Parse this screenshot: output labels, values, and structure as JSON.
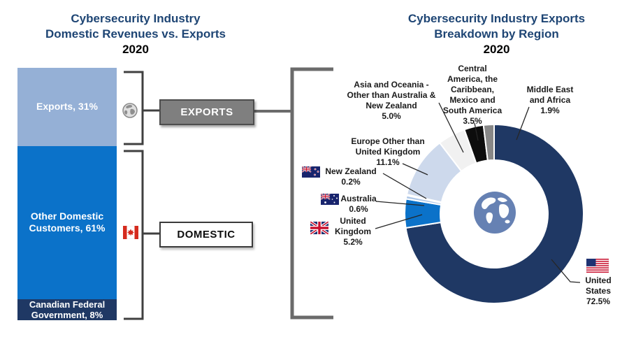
{
  "left_chart": {
    "title": "Cybersecurity Industry\nDomestic Revenues vs. Exports",
    "year": "2020",
    "exports_tag": "EXPORTS",
    "domestic_tag": "DOMESTIC"
  },
  "right_chart": {
    "title": "Cybersecurity Industry Exports\nBreakdown by Region",
    "year": "2020"
  },
  "icons": {
    "exports_globe": "globe-icon",
    "domestic_flag": "canada-flag-icon",
    "donut_center": "globe-icon"
  },
  "colors": {
    "title_blue": "#1E4574",
    "navy": "#1F3864",
    "blue": "#0B72C9",
    "light_blue": "#95B0D6",
    "tag_gray": "#7F7F7F"
  },
  "chart_data": [
    {
      "type": "bar",
      "subtype": "stacked-single-column",
      "title": "Cybersecurity Industry Domestic Revenues vs. Exports",
      "subtitle": "2020",
      "unit": "%",
      "total": 100,
      "segments": [
        {
          "label": "Exports",
          "value": 31,
          "color": "#95B0D6",
          "display": "Exports, 31%"
        },
        {
          "label": "Other Domestic Customers",
          "value": 61,
          "color": "#0B72C9",
          "display": "Other Domestic\nCustomers, 61%"
        },
        {
          "label": "Canadian Federal Government",
          "value": 8,
          "color": "#1F3864",
          "display": "Canadian Federal\nGovernment, 8%"
        }
      ]
    },
    {
      "type": "pie",
      "subtype": "donut",
      "title": "Cybersecurity Industry Exports Breakdown by Region",
      "subtitle": "2020",
      "unit": "%",
      "start_angle_deg": 0,
      "clockwise": true,
      "segments": [
        {
          "label": "United States",
          "value": 72.5,
          "color": "#1F3864",
          "callout": "United States\n72.5%"
        },
        {
          "label": "United Kingdom",
          "value": 5.2,
          "color": "#0B72C9",
          "callout": "United\nKingdom\n5.2%"
        },
        {
          "label": "Australia",
          "value": 0.6,
          "color": "#AFC8E8",
          "callout": "Australia\n0.6%"
        },
        {
          "label": "New Zealand",
          "value": 0.2,
          "color": "#DCE6F2",
          "callout": "New Zealand\n0.2%"
        },
        {
          "label": "Europe Other than United Kingdom",
          "value": 11.1,
          "color": "#CDD9EC",
          "callout": "Europe Other than\nUnited Kingdom\n11.1%"
        },
        {
          "label": "Asia and Oceania - Other than Australia & New Zealand",
          "value": 5.0,
          "color": "#F1F1F1",
          "callout": "Asia and Oceania -\nOther than Australia &\nNew Zealand\n5.0%"
        },
        {
          "label": "Central America, the Caribbean, Mexico and South America",
          "value": 3.5,
          "color": "#0D0D0D",
          "callout": "Central\nAmerica, the\nCaribbean,\nMexico and\nSouth America\n3.5%"
        },
        {
          "label": "Middle East and Africa",
          "value": 1.9,
          "color": "#878787",
          "callout": "Middle East\nand Africa\n1.9%"
        }
      ]
    }
  ]
}
